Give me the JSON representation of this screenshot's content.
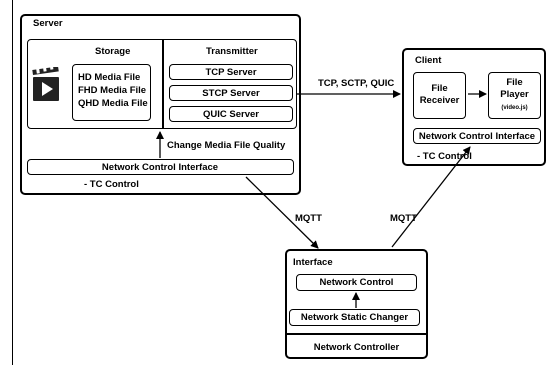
{
  "server": {
    "title": "Server",
    "storage": {
      "title": "Storage",
      "files": [
        "HD Media File",
        "FHD Media File",
        "QHD Media File"
      ]
    },
    "transmitter": {
      "title": "Transmitter",
      "servers": [
        "TCP Server",
        "STCP Server",
        "QUIC Server"
      ]
    },
    "quality_label": "Change Media File Quality",
    "nci": "Network Control Interface",
    "tc": "- TC Control"
  },
  "protocols_label": "TCP, SCTP, QUIC",
  "client": {
    "title": "Client",
    "file_receiver": [
      "File",
      "Receiver"
    ],
    "file_player": [
      "File",
      "Player"
    ],
    "file_player_sub": "(video.js)",
    "nci": "Network Control Interface",
    "tc": "- TC Control"
  },
  "mqtt_left": "MQTT",
  "mqtt_right": "MQTT",
  "interface": {
    "title": "Interface",
    "network_control": "Network Control",
    "static_changer": "Network Static Changer",
    "controller": "Network Controller"
  },
  "icons": [
    "clapperboard-play-icon"
  ]
}
